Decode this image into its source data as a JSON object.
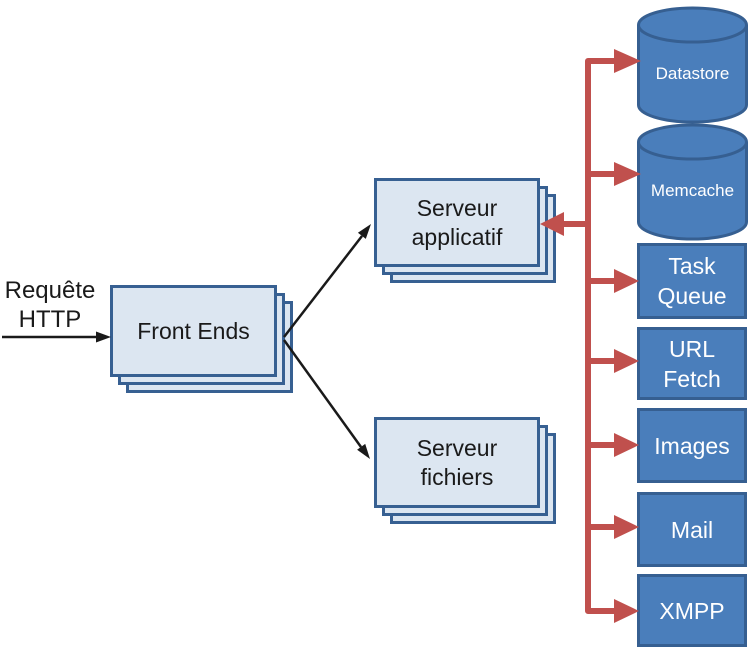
{
  "colors": {
    "accent_blue": "#4A7EBB",
    "accent_blue_dark": "#365F91",
    "light_fill": "#DCE6F1",
    "stack_border": "#376092",
    "connector_red": "#C0504D",
    "arrow_black": "#1A1A1A"
  },
  "labels": {
    "request": "Requête\nHTTP",
    "front_ends": "Front Ends",
    "app_server": "Serveur\napplicatif",
    "file_server": "Serveur\nfichiers"
  },
  "services": [
    {
      "name": "datastore",
      "label": "Datastore",
      "shape": "cylinder"
    },
    {
      "name": "memcache",
      "label": "Memcache",
      "shape": "cylinder"
    },
    {
      "name": "task-queue",
      "label": "Task\nQueue",
      "shape": "box"
    },
    {
      "name": "url-fetch",
      "label": "URL\nFetch",
      "shape": "box"
    },
    {
      "name": "images",
      "label": "Images",
      "shape": "box"
    },
    {
      "name": "mail",
      "label": "Mail",
      "shape": "box"
    },
    {
      "name": "xmpp",
      "label": "XMPP",
      "shape": "box"
    }
  ]
}
